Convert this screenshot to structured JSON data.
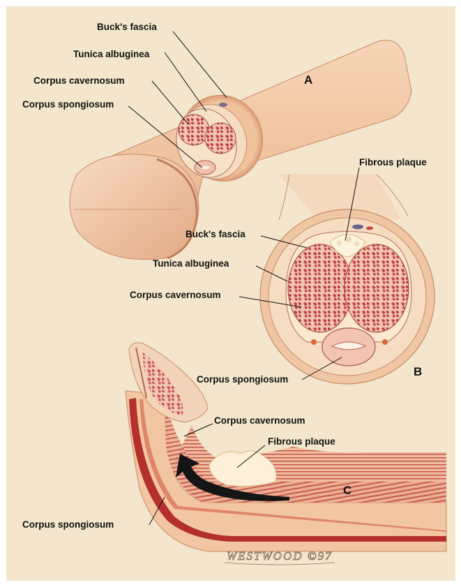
{
  "panels": {
    "a": "A",
    "b": "B",
    "c": "C"
  },
  "labels_a": {
    "bucks_fascia": "Buck's fascia",
    "tunica_albuginea": "Tunica albuginea",
    "corpus_cavernosum": "Corpus cavernosum",
    "corpus_spongiosum": "Corpus spongiosum"
  },
  "labels_b": {
    "fibrous_plaque": "Fibrous plaque",
    "bucks_fascia": "Buck's fascia",
    "tunica_albuginea": "Tunica albuginea",
    "corpus_cavernosum": "Corpus cavernosum",
    "corpus_spongiosum": "Corpus spongiosum"
  },
  "labels_c": {
    "corpus_cavernosum": "Corpus cavernosum",
    "fibrous_plaque": "Fibrous plaque",
    "corpus_spongiosum": "Corpus spongiosum"
  },
  "signature": "WESTWOOD ©97",
  "colors": {
    "background": "#f3e6cc",
    "skin": "#f2c9a6",
    "skin_shadow": "#d99873",
    "tissue_red": "#c2453f",
    "tissue_light": "#f0c8b8",
    "fascia": "#e9b78f",
    "plaque": "#fbf2dc",
    "text": "#111111"
  }
}
